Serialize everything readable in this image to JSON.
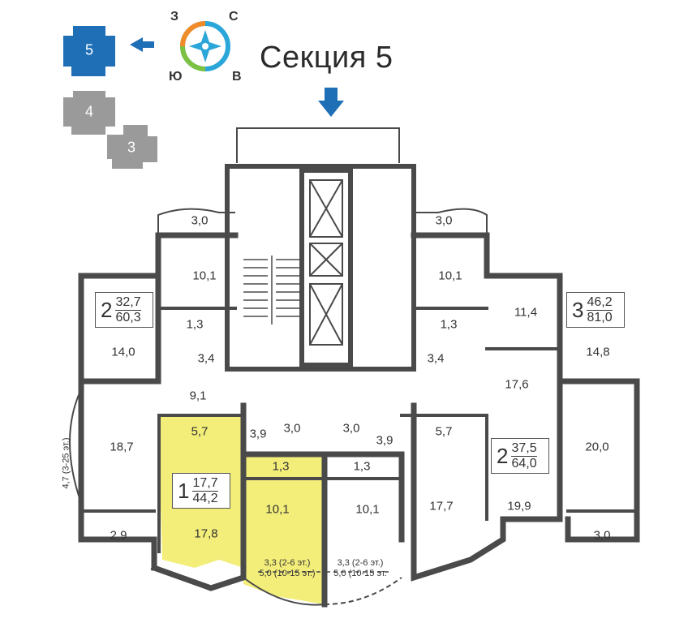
{
  "title": "Секция 5",
  "compass": {
    "n": "С",
    "w": "З",
    "s": "Ю",
    "e": "В"
  },
  "sections": [
    {
      "label": "5",
      "color": "#1f6fb7",
      "active": true
    },
    {
      "label": "4",
      "color": "#9a9a9a",
      "active": false
    },
    {
      "label": "3",
      "color": "#9a9a9a",
      "active": false
    }
  ],
  "colors": {
    "accent": "#1f6fb7",
    "highlight": "#f3ee7a",
    "wall": "#4a4a4a"
  },
  "apartments": [
    {
      "rooms": "2",
      "living": "32,7",
      "total": "60,3"
    },
    {
      "rooms": "3",
      "living": "46,2",
      "total": "81,0"
    },
    {
      "rooms": "1",
      "living": "17,7",
      "total": "44,2"
    },
    {
      "rooms": "2",
      "living": "37,5",
      "total": "64,0"
    }
  ],
  "rooms": {
    "r1": "3,0",
    "r2": "3,0",
    "r3": "10,1",
    "r4": "10,1",
    "r5": "11,4",
    "r6": "1,3",
    "r7": "1,3",
    "r8": "14,0",
    "r9": "14,8",
    "r10": "3,4",
    "r11": "3,4",
    "r12": "9,1",
    "r13": "17,6",
    "r14": "5,7",
    "r15": "3,9",
    "r16": "3,0",
    "r17": "3,0",
    "r18": "3,9",
    "r19": "5,7",
    "r20": "18,7",
    "r21": "20,0",
    "r22": "1,3",
    "r23": "1,3",
    "r24": "10,1",
    "r25": "10,1",
    "r26": "17,7",
    "r27": "19,9",
    "r28": "17,8",
    "r29": "2,9",
    "r30": "3,0"
  },
  "notes": {
    "side": "4,7 (3-25 эт.)",
    "bal_left_1": "3,3 (2-6 эт.)",
    "bal_left_2": "5,0 (10-15 эт.)",
    "bal_right_1": "3,3 (2-6 эт.)",
    "bal_right_2": "5,0 (10-15 эт."
  }
}
